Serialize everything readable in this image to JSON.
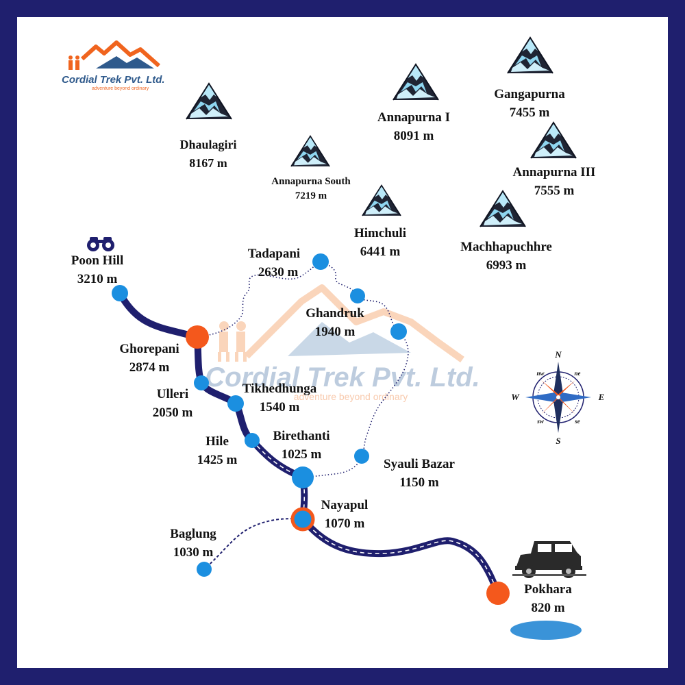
{
  "brand": {
    "name": "Cordial Trek Pvt. Ltd.",
    "tagline": "adventure beyond ordinary"
  },
  "watermark": {
    "name": "Cordial Trek Pvt. Ltd.",
    "tagline": "adventure beyond ordinary"
  },
  "peaks": [
    {
      "name": "Dhaulagiri",
      "elevation": "8167 m"
    },
    {
      "name": "Annapurna South",
      "elevation": "7219 m"
    },
    {
      "name": "Annapurna I",
      "elevation": "8091 m"
    },
    {
      "name": "Gangapurna",
      "elevation": "7455 m"
    },
    {
      "name": "Annapurna III",
      "elevation": "7555 m"
    },
    {
      "name": "Himchuli",
      "elevation": "6441 m"
    },
    {
      "name": "Machhapuchhre",
      "elevation": "6993 m"
    }
  ],
  "places": [
    {
      "name": "Poon Hill",
      "elevation": "3210 m"
    },
    {
      "name": "Tadapani",
      "elevation": "2630 m"
    },
    {
      "name": "Ghandruk",
      "elevation": "1940 m"
    },
    {
      "name": "Ghorepani",
      "elevation": "2874 m"
    },
    {
      "name": "Ulleri",
      "elevation": "2050 m"
    },
    {
      "name": "Tikhedhunga",
      "elevation": "1540 m"
    },
    {
      "name": "Hile",
      "elevation": "1425 m"
    },
    {
      "name": "Birethanti",
      "elevation": "1025 m"
    },
    {
      "name": "Syauli Bazar",
      "elevation": "1150 m"
    },
    {
      "name": "Nayapul",
      "elevation": "1070 m"
    },
    {
      "name": "Baglung",
      "elevation": "1030 m"
    },
    {
      "name": "Pokhara",
      "elevation": "820 m"
    }
  ],
  "compass": {
    "n": "N",
    "s": "S",
    "e": "E",
    "w": "W",
    "nw": "nw",
    "ne": "ne",
    "sw": "sw",
    "se": "se"
  },
  "colors": {
    "frame": "#1f1f6e",
    "trail": "#1f1f6e",
    "stop": "#1b8fe0",
    "major_stop": "#f4581c",
    "brand_orange": "#f0641e",
    "brand_blue": "#2f5a8c",
    "lake": "#3a93d8"
  },
  "icons": {
    "peak": "mountain-peak-icon",
    "viewpoint": "binoculars-icon",
    "vehicle": "jeep-icon",
    "lake": "lake-icon",
    "compass": "compass-rose-icon"
  }
}
